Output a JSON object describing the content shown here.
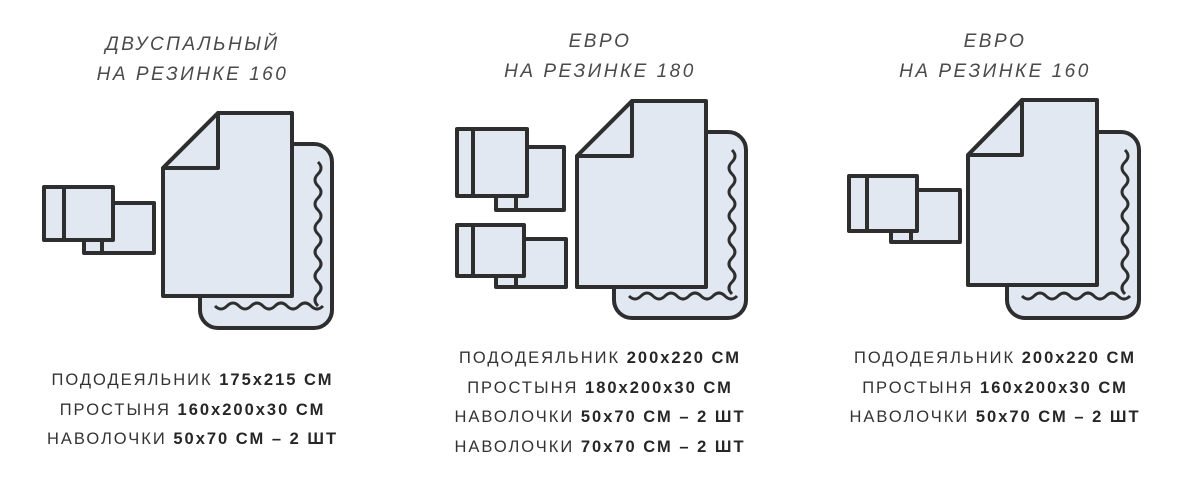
{
  "colors": {
    "fill": "#e2e8f2",
    "outline": "#2e2e2e",
    "text": "#333333"
  },
  "sets": [
    {
      "title_line1": "ДВУСПАЛЬНЫЙ",
      "title_line2": "НА РЕЗИНКЕ 160",
      "pillow_groups": 1,
      "specs": [
        {
          "label": "ПОДОДЕЯЛЬНИК",
          "value": "175х215 СМ"
        },
        {
          "label": "ПРОСТЫНЯ",
          "value": "160х200х30 СМ"
        },
        {
          "label": "НАВОЛОЧКИ",
          "value": "50х70 СМ – 2 ШТ"
        }
      ]
    },
    {
      "title_line1": "ЕВРО",
      "title_line2": "НА РЕЗИНКЕ 180",
      "pillow_groups": 2,
      "specs": [
        {
          "label": "ПОДОДЕЯЛЬНИК",
          "value": "200х220 СМ"
        },
        {
          "label": "ПРОСТЫНЯ",
          "value": "180х200х30 СМ"
        },
        {
          "label": "НАВОЛОЧКИ",
          "value": "50х70 СМ – 2 ШТ"
        },
        {
          "label": "НАВОЛОЧКИ",
          "value": "70х70 СМ – 2 ШТ"
        }
      ]
    },
    {
      "title_line1": "ЕВРО",
      "title_line2": "НА РЕЗИНКЕ 160",
      "pillow_groups": 1,
      "specs": [
        {
          "label": "ПОДОДЕЯЛЬНИК",
          "value": "200х220 СМ"
        },
        {
          "label": "ПРОСТЫНЯ",
          "value": "160х200х30 СМ"
        },
        {
          "label": "НАВОЛОЧКИ",
          "value": "50х70 СМ – 2 ШТ"
        }
      ]
    }
  ]
}
